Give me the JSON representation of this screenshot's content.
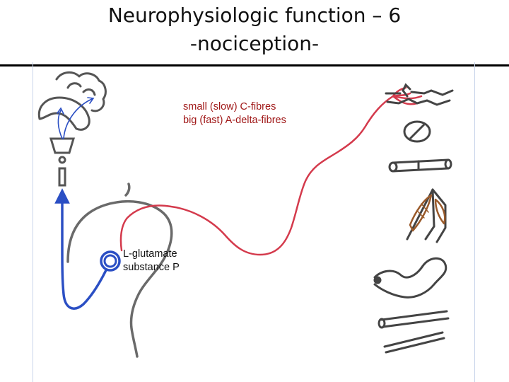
{
  "slide": {
    "title_line1": "Neurophysiologic function – 6",
    "title_line2": "-nociception-"
  },
  "labels": {
    "fibre_small": "small (slow) C-fibres",
    "fibre_big": "big (fast) A-delta-fibres",
    "transmitter_1": "L-glutamate",
    "transmitter_2": "substance P"
  },
  "colors": {
    "nociceptive_fibre": "#d43a4c",
    "ascending_pathway": "#2b4fc4",
    "spinal_cord_outline": "#6a6a6a",
    "muscle": "#9a5a2a",
    "label_red": "#a01818"
  },
  "icons": [
    "brain-icon",
    "brainstem-icon",
    "skin-receptor-icon",
    "joint-icon",
    "blood-vessel-icon",
    "muscle-icon",
    "intestine-icon",
    "bone-icon",
    "tendon-icon"
  ]
}
